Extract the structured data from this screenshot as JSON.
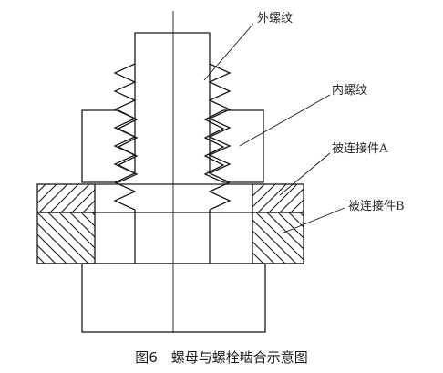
{
  "labels": {
    "external_thread": "外螺纹",
    "internal_thread": "内螺纹",
    "part_a": "被连接件A",
    "part_b": "被连接件B"
  },
  "caption": "图6　螺母与螺栓啮合示意图",
  "colors": {
    "line": "#1a1a1a",
    "background": "#ffffff"
  }
}
